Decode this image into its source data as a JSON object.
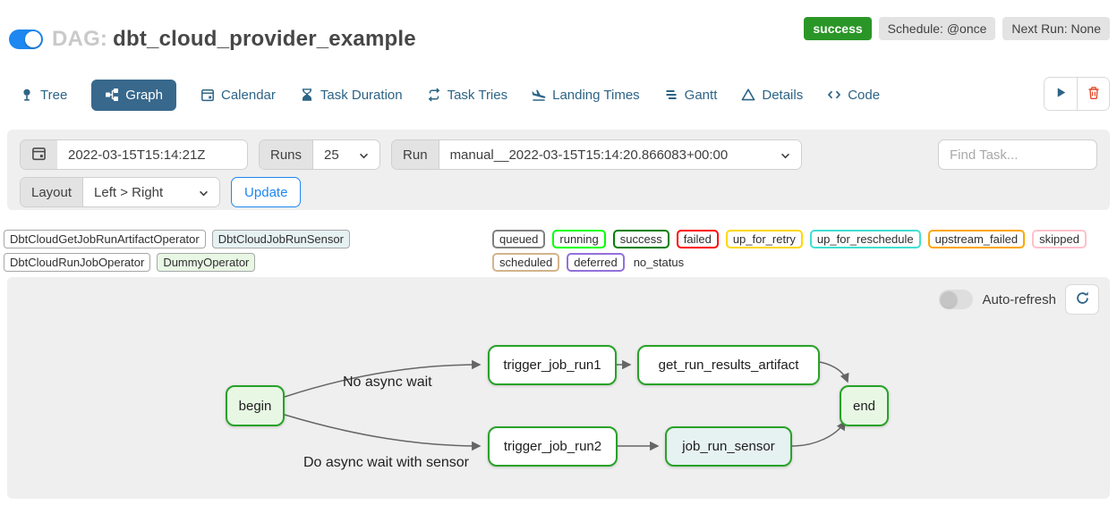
{
  "header": {
    "dag_prefix": "DAG:",
    "dag_title": "dbt_cloud_provider_example",
    "dag_enabled": true,
    "status_badge": "success",
    "schedule_badge": "Schedule: @once",
    "next_run_badge": "Next Run: None"
  },
  "tabs": [
    {
      "label": "Tree"
    },
    {
      "label": "Graph",
      "active": true
    },
    {
      "label": "Calendar"
    },
    {
      "label": "Task Duration"
    },
    {
      "label": "Task Tries"
    },
    {
      "label": "Landing Times"
    },
    {
      "label": "Gantt"
    },
    {
      "label": "Details"
    },
    {
      "label": "Code"
    }
  ],
  "filters": {
    "date_value": "2022-03-15T15:14:21Z",
    "runs_label": "Runs",
    "runs_value": "25",
    "run_label": "Run",
    "run_value": "manual__2022-03-15T15:14:20.866083+00:00",
    "find_task_placeholder": "Find Task...",
    "layout_label": "Layout",
    "layout_value": "Left > Right",
    "update_label": "Update"
  },
  "legend": {
    "operators": [
      {
        "label": "DbtCloudGetJobRunArtifactOperator",
        "fill": "#ffffff"
      },
      {
        "label": "DbtCloudJobRunSensor",
        "fill": "#e6f1f2"
      },
      {
        "label": "DbtCloudRunJobOperator",
        "fill": "#ffffff"
      },
      {
        "label": "DummyOperator",
        "fill": "#e8f7e4"
      }
    ],
    "statuses": [
      {
        "label": "queued",
        "color": "#808080"
      },
      {
        "label": "running",
        "color": "#00ff00"
      },
      {
        "label": "success",
        "color": "#008000"
      },
      {
        "label": "failed",
        "color": "#ff0000"
      },
      {
        "label": "up_for_retry",
        "color": "#ffd700"
      },
      {
        "label": "up_for_reschedule",
        "color": "#40e0d0"
      },
      {
        "label": "upstream_failed",
        "color": "#ffa500"
      },
      {
        "label": "skipped",
        "color": "#ffc0cb"
      },
      {
        "label": "scheduled",
        "color": "#d2b48c"
      },
      {
        "label": "deferred",
        "color": "#9370db"
      },
      {
        "label": "no_status",
        "color": "none"
      }
    ]
  },
  "graph": {
    "auto_refresh_label": "Auto-refresh",
    "auto_refresh_on": false,
    "node_border_color": "#28a228",
    "nodes": [
      {
        "id": "begin",
        "label": "begin",
        "fill": "#e8f7e4"
      },
      {
        "id": "trigger_job_run1",
        "label": "trigger_job_run1",
        "fill": "#ffffff"
      },
      {
        "id": "get_run_results_artifact",
        "label": "get_run_results_artifact",
        "fill": "#ffffff"
      },
      {
        "id": "end",
        "label": "end",
        "fill": "#e8f7e4"
      },
      {
        "id": "trigger_job_run2",
        "label": "trigger_job_run2",
        "fill": "#ffffff"
      },
      {
        "id": "job_run_sensor",
        "label": "job_run_sensor",
        "fill": "#e6f1f2"
      }
    ],
    "edges": [
      {
        "from": "begin",
        "to": "trigger_job_run1",
        "label": "No async wait"
      },
      {
        "from": "begin",
        "to": "trigger_job_run2",
        "label": "Do async wait with sensor"
      },
      {
        "from": "trigger_job_run1",
        "to": "get_run_results_artifact",
        "label": ""
      },
      {
        "from": "get_run_results_artifact",
        "to": "end",
        "label": ""
      },
      {
        "from": "trigger_job_run2",
        "to": "job_run_sensor",
        "label": ""
      },
      {
        "from": "job_run_sensor",
        "to": "end",
        "label": ""
      }
    ],
    "edge_labels": [
      {
        "text": "No async wait"
      },
      {
        "text": "Do async wait with sensor"
      }
    ]
  }
}
